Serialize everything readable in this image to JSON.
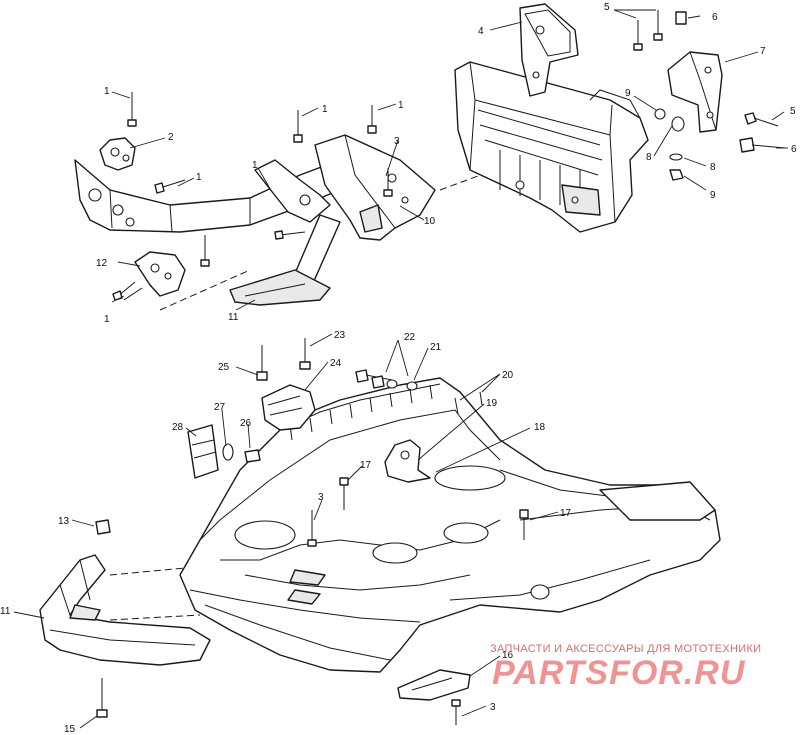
{
  "diagram": {
    "callouts": {
      "c4": "4",
      "c5a": "5",
      "c6a": "6",
      "c7": "7",
      "c5b": "5",
      "c6b": "6",
      "c9a": "9",
      "c8a": "8",
      "c8b": "8",
      "c9b": "9",
      "c1a": "1",
      "c1b": "1",
      "c1c": "1",
      "c1d": "1",
      "c1e": "1",
      "c1f": "1",
      "c2": "2",
      "c3a": "3",
      "c10": "10",
      "c12": "12",
      "c11a": "11",
      "c23": "23",
      "c25": "25",
      "c24": "24",
      "c22": "22",
      "c21": "21",
      "c20": "20",
      "c19": "19",
      "c18": "18",
      "c28": "28",
      "c27": "27",
      "c26": "26",
      "c17a": "17",
      "c17b": "17",
      "c3b": "3",
      "c13": "13",
      "c11b": "11",
      "c15": "15",
      "c16": "16",
      "c3c": "3"
    },
    "watermark": {
      "caption": "ЗАПЧАСТИ И АКСЕССУАРЫ ДЛЯ МОТОТЕХНИКИ",
      "logo": "PARTSFOR.RU"
    }
  }
}
